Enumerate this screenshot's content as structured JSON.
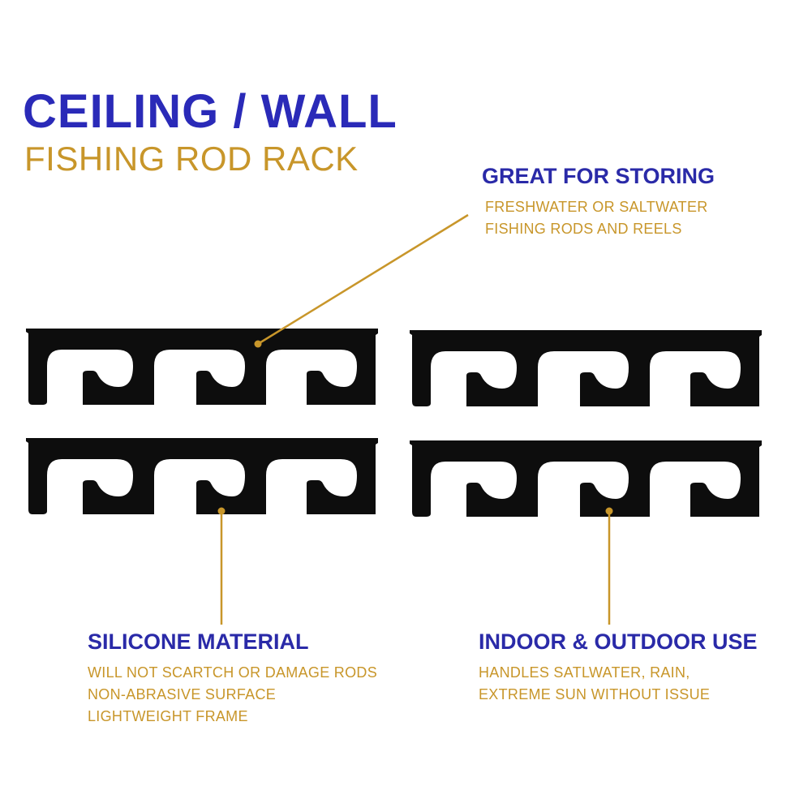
{
  "title": "CEILING / WALL",
  "subtitle": "FISHING ROD RACK",
  "callouts": {
    "storing": {
      "heading": "GREAT FOR STORING",
      "lines": [
        "FRESHWATER OR SALTWATER",
        "FISHING RODS AND REELS"
      ]
    },
    "silicone": {
      "heading": "SILICONE MATERIAL",
      "lines": [
        "WILL NOT SCARTCH OR DAMAGE RODS",
        "NON-ABRASIVE SURFACE",
        "LIGHTWEIGHT FRAME"
      ]
    },
    "indoor": {
      "heading": "INDOOR & OUTDOOR USE",
      "lines": [
        "HANDLES SATLWATER, RAIN,",
        "EXTREME SUN WITHOUT ISSUE"
      ]
    }
  },
  "colors": {
    "heading_blue": "#2a2ab8",
    "accent_gold": "#c8962a",
    "rack_black": "#0d0d0d"
  }
}
